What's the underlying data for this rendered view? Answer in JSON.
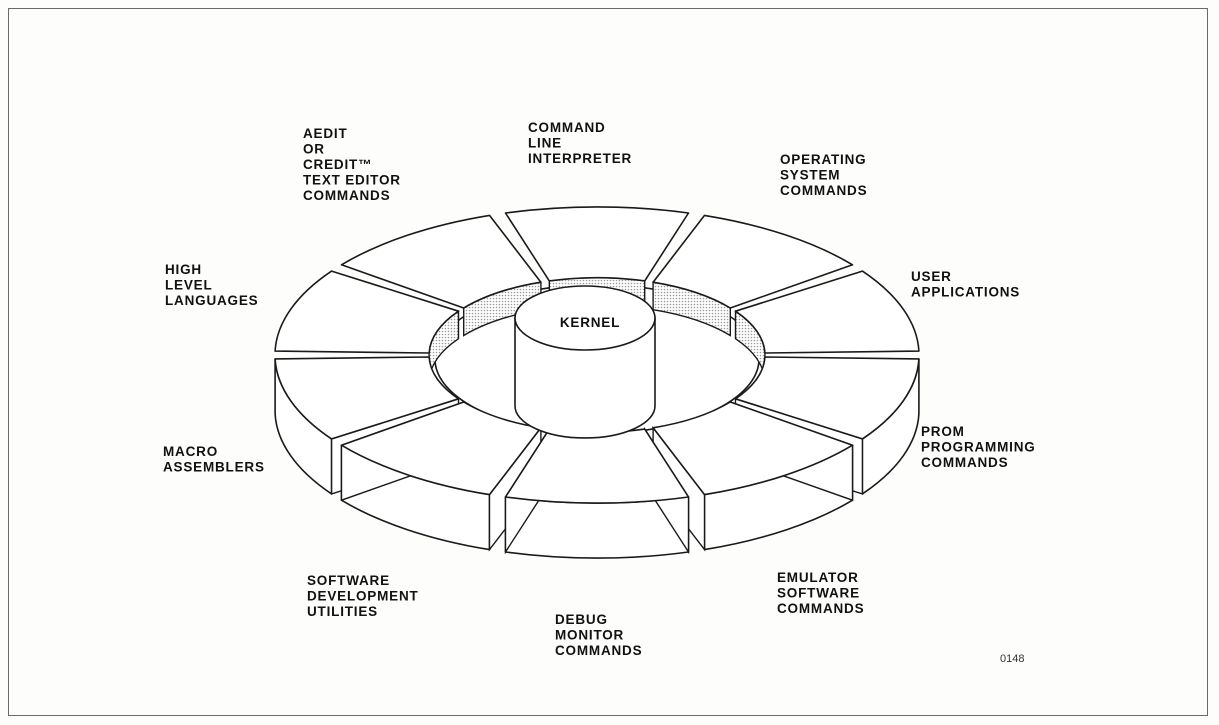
{
  "diagram": {
    "center_label": "KERNEL",
    "figure_id": "0148",
    "segments": [
      {
        "name": "command-line-interpreter",
        "lines": [
          "COMMAND",
          "LINE",
          "INTERPRETER"
        ]
      },
      {
        "name": "operating-system-commands",
        "lines": [
          "OPERATING",
          "SYSTEM",
          "COMMANDS"
        ]
      },
      {
        "name": "user-applications",
        "lines": [
          "USER",
          "APPLICATIONS"
        ]
      },
      {
        "name": "prom-programming-commands",
        "lines": [
          "PROM",
          "PROGRAMMING",
          "COMMANDS"
        ]
      },
      {
        "name": "emulator-software-commands",
        "lines": [
          "EMULATOR",
          "SOFTWARE",
          "COMMANDS"
        ]
      },
      {
        "name": "debug-monitor-commands",
        "lines": [
          "DEBUG",
          "MONITOR",
          "COMMANDS"
        ]
      },
      {
        "name": "software-development-utilities",
        "lines": [
          "SOFTWARE",
          "DEVELOPMENT",
          "UTILITIES"
        ]
      },
      {
        "name": "macro-assemblers",
        "lines": [
          "MACRO",
          "ASSEMBLERS"
        ]
      },
      {
        "name": "high-level-languages",
        "lines": [
          "HIGH",
          "LEVEL",
          "LANGUAGES"
        ]
      },
      {
        "name": "aedit-or-credit-text-editor-commands",
        "lines": [
          "AEDIT",
          "OR",
          "CREDIT™",
          "TEXT EDITOR",
          "COMMANDS"
        ]
      }
    ]
  }
}
